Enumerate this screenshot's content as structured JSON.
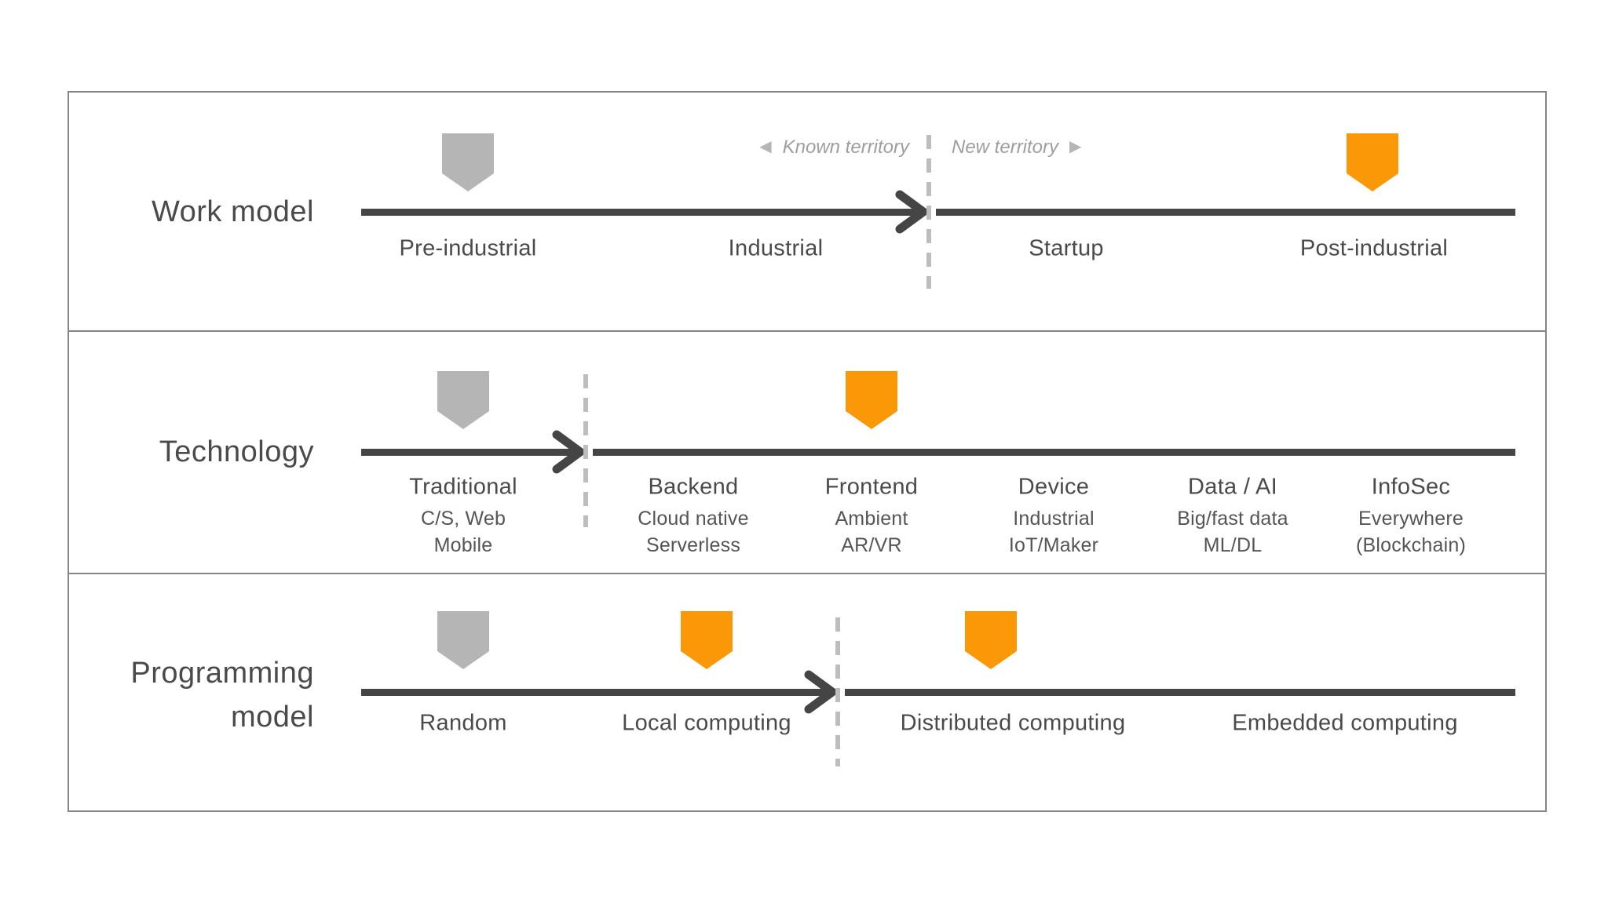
{
  "colors": {
    "line": "#454545",
    "marker-gray": "#b5b5b5",
    "marker-orange": "#fa9808",
    "divider-dash": "#bdbdbd",
    "territory-text": "#9e9e9e",
    "triangle": "#b5b5b5",
    "label-dark": "#4a4a4a",
    "label-sub": "#555555",
    "frame-border": "#858585",
    "background": "#ffffff"
  },
  "icons": {
    "known_triangle": "◀",
    "new_triangle": "▶"
  },
  "territory": {
    "known": "Known territory",
    "new": "New territory"
  },
  "rows": [
    {
      "title": "Work model",
      "points": [
        {
          "label": "Pre-industrial",
          "marker": "gray"
        },
        {
          "label": "Industrial"
        },
        {
          "label": "Startup"
        },
        {
          "label": "Post-industrial",
          "marker": "orange"
        }
      ]
    },
    {
      "title": "Technology",
      "points": [
        {
          "label": "Traditional",
          "sub": "C/S, Web\nMobile",
          "marker": "gray"
        },
        {
          "label": "Backend",
          "sub": "Cloud native\nServerless"
        },
        {
          "label": "Frontend",
          "sub": "Ambient\nAR/VR",
          "marker": "orange"
        },
        {
          "label": "Device",
          "sub": "Industrial\nIoT/Maker"
        },
        {
          "label": "Data / AI",
          "sub": "Big/fast data\nML/DL"
        },
        {
          "label": "InfoSec",
          "sub": "Everywhere\n(Blockchain)"
        }
      ]
    },
    {
      "title": "Programming\nmodel",
      "points": [
        {
          "label": "Random",
          "marker": "gray"
        },
        {
          "label": "Local computing",
          "marker": "orange"
        },
        {
          "label": "Distributed computing",
          "marker": "orange"
        },
        {
          "label": "Embedded computing"
        }
      ]
    }
  ]
}
